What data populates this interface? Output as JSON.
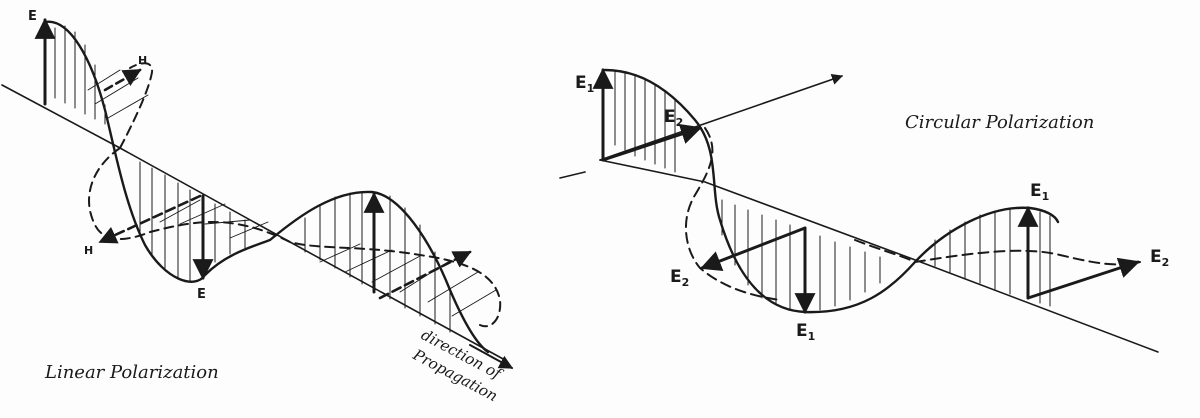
{
  "linear_panel": {
    "title": "Linear Polarization",
    "e_label_top": "E",
    "e_label_bottom": "E",
    "h_label_top": "H",
    "h_label_left": "H",
    "direction_line1": "direction of",
    "direction_line2": "Propagation"
  },
  "circular_panel": {
    "title": "Circular Polarization",
    "e1_label_left": "E",
    "e1_sub_left": "1",
    "e2_label_left": "E",
    "e2_sub_left": "2",
    "e2_label_mid": "E",
    "e2_sub_mid": "2",
    "e1_label_bottom": "E",
    "e1_sub_bottom": "1",
    "e1_label_right": "E",
    "e1_sub_right": "1",
    "e2_label_right": "E",
    "e2_sub_right": "2"
  },
  "colors": {
    "ink": "#1a1a1a",
    "paper": "#fdfdfd"
  }
}
